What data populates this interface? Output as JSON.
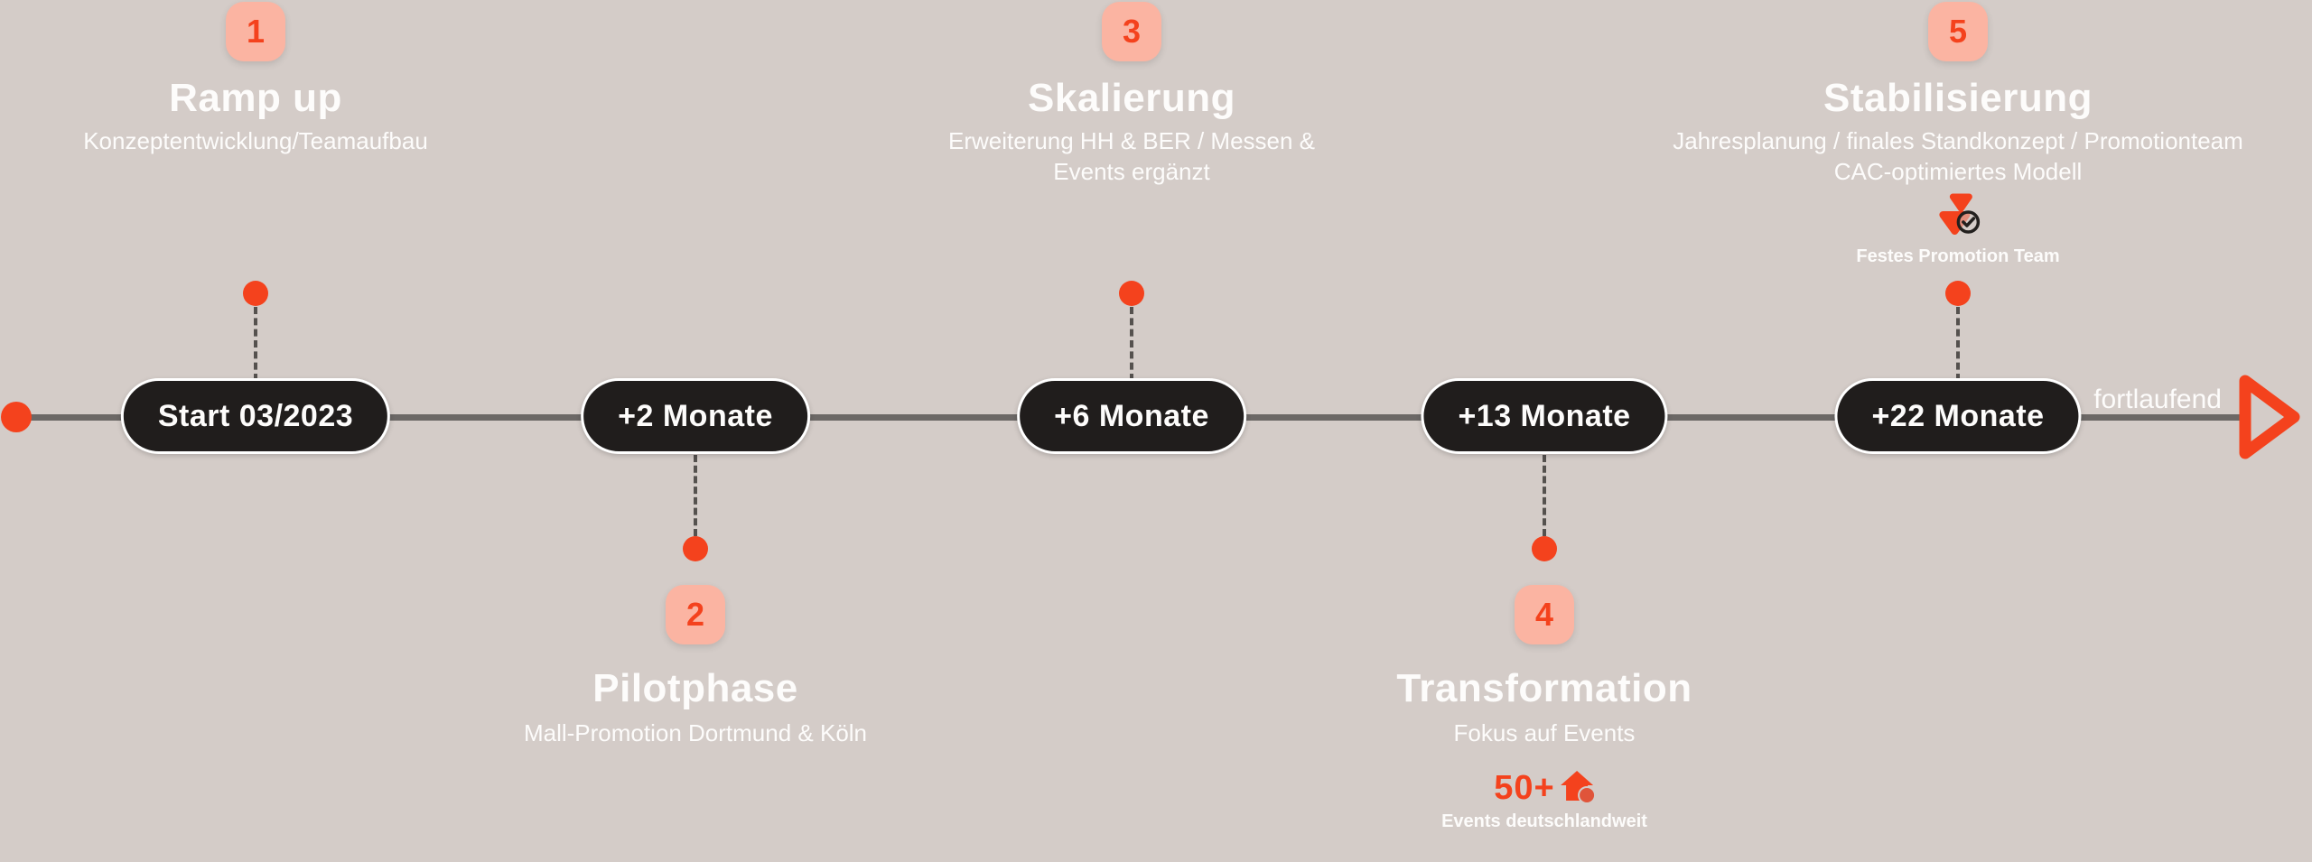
{
  "colors": {
    "background": "#d4ccc8",
    "accent": "#f4421d",
    "badge_bg": "#fbb4a2",
    "pill_bg": "#201d1c",
    "pill_border": "#ffffff",
    "timeline_line": "#6c6866",
    "connector": "#55514e",
    "text": "#fdfcfb"
  },
  "phases": [
    {
      "number": "1",
      "title": "Ramp up",
      "subtitle_lines": [
        "Konzeptentwicklung/Teamaufbau"
      ],
      "milestone": "Start 03/2023",
      "position": "top"
    },
    {
      "number": "2",
      "title": "Pilotphase",
      "subtitle_lines": [
        "Mall-Promotion Dortmund & Köln"
      ],
      "milestone": "+2 Monate",
      "position": "bottom"
    },
    {
      "number": "3",
      "title": "Skalierung",
      "subtitle_lines": [
        "Erweiterung HH & BER / Messen &",
        "Events ergänzt"
      ],
      "milestone": "+6 Monate",
      "position": "top"
    },
    {
      "number": "4",
      "title": "Transformation",
      "subtitle_lines": [
        "Fokus auf Events"
      ],
      "milestone": "+13 Monate",
      "position": "bottom",
      "callout": {
        "icon": "house-icon",
        "value": "50+",
        "label": "Events deutschlandweit"
      }
    },
    {
      "number": "5",
      "title": "Stabilisierung",
      "subtitle_lines": [
        "Jahresplanung / finales Standkonzept / Promotionteam",
        "CAC-optimiertes Modell"
      ],
      "milestone": "+22 Monate",
      "position": "top",
      "callout": {
        "icon": "team-check-icon",
        "label": "Festes Promotion Team"
      }
    }
  ],
  "end": {
    "label": "fortlaufend",
    "icon": "play-arrow-icon"
  }
}
